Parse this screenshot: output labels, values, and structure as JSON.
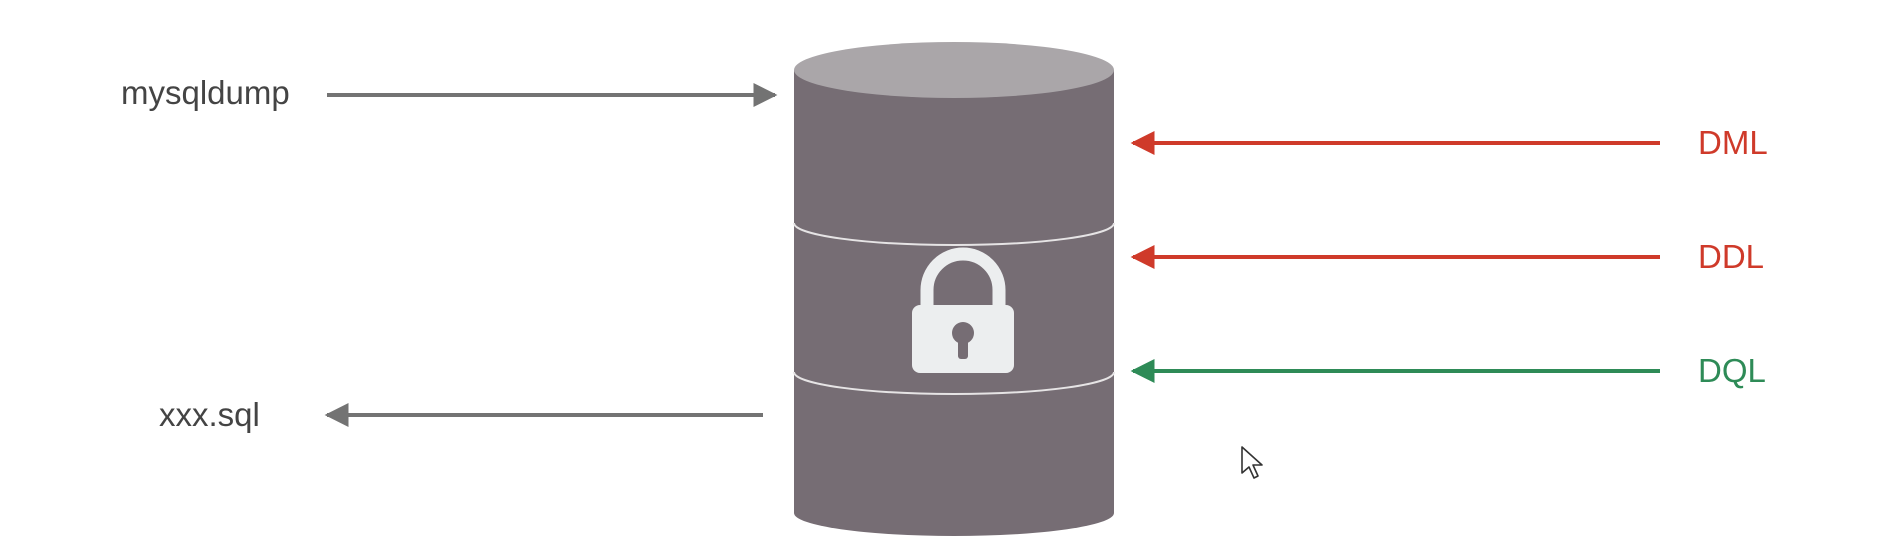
{
  "colors": {
    "background": "#ffffff",
    "neutral_arrow": "#737373",
    "neutral_text": "#444444",
    "write_ops": "#cf3a2a",
    "read_ops": "#2e8b57",
    "db_body": "#766d74",
    "db_top": "#aaa6a9",
    "lock": "#eceeef"
  },
  "left": {
    "backup_tool": "mysqldump",
    "output_file": "xxx.sql"
  },
  "right": {
    "dml": "DML",
    "ddl": "DDL",
    "dql": "DQL"
  },
  "icons": {
    "database": "database-cylinder-icon",
    "lock": "padlock-icon",
    "cursor": "mouse-pointer-icon"
  }
}
